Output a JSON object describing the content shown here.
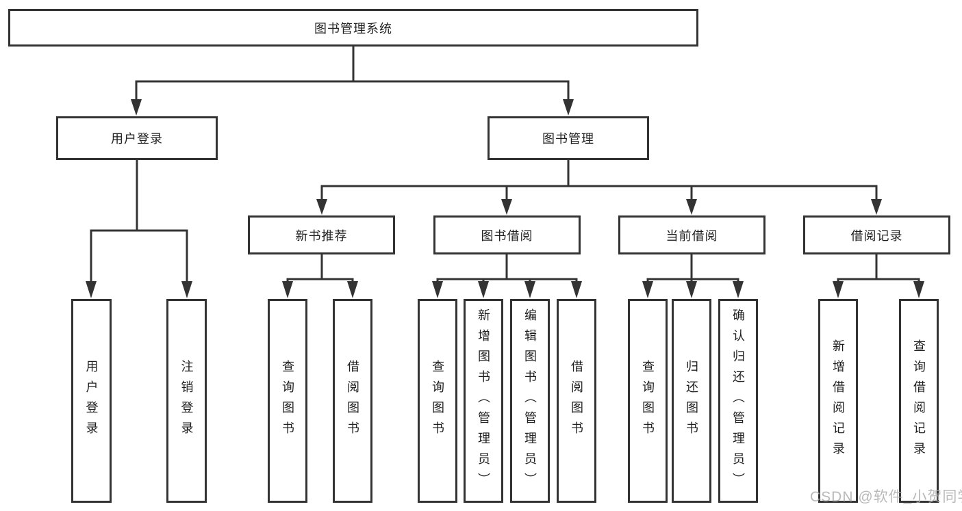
{
  "diagram": {
    "title": "图书管理系统",
    "type": "hierarchy-tree",
    "tree": {
      "root": {
        "label": "图书管理系统"
      },
      "branches": [
        {
          "label": "用户登录",
          "children": [
            {
              "label": "用户登录"
            },
            {
              "label": "注销登录"
            }
          ]
        },
        {
          "label": "图书管理",
          "children": [
            {
              "label": "新书推荐",
              "children": [
                {
                  "label": "查询图书"
                },
                {
                  "label": "借阅图书"
                }
              ]
            },
            {
              "label": "图书借阅",
              "children": [
                {
                  "label": "查询图书"
                },
                {
                  "label": "新增图书（管理员）"
                },
                {
                  "label": "编辑图书（管理员）"
                },
                {
                  "label": "借阅图书"
                }
              ]
            },
            {
              "label": "当前借阅",
              "children": [
                {
                  "label": "查询图书"
                },
                {
                  "label": "归还图书"
                },
                {
                  "label": "确认归还（管理员）"
                }
              ]
            },
            {
              "label": "借阅记录",
              "children": [
                {
                  "label": "新增借阅记录"
                },
                {
                  "label": "查询借阅记录"
                }
              ]
            }
          ]
        }
      ]
    },
    "colors": {
      "line": "#333333",
      "box_border": "#333333",
      "box_background": "#ffffff",
      "text": "#1f1f1f",
      "page_background": "#ffffff",
      "watermark": "#adadad"
    }
  },
  "watermark": {
    "text": "CSDN @软件_小贺同学"
  }
}
